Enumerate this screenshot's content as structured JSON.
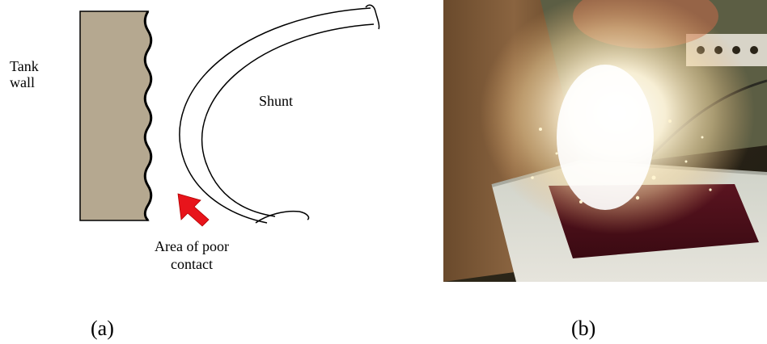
{
  "figure": {
    "panel_a": {
      "tank_wall_label_line1": "Tank",
      "tank_wall_label_line2": "wall",
      "shunt_label": "Shunt",
      "area_label_line1": "Area of poor",
      "area_label_line2": "contact",
      "colors": {
        "tank_wall_fill": "#b5a890",
        "arrow": "#e8141b",
        "line": "#000000"
      }
    },
    "panel_b": {
      "description_icon": "photo-arc-flash-in-tank"
    },
    "captions": {
      "a": "(a)",
      "b": "(b)"
    }
  }
}
